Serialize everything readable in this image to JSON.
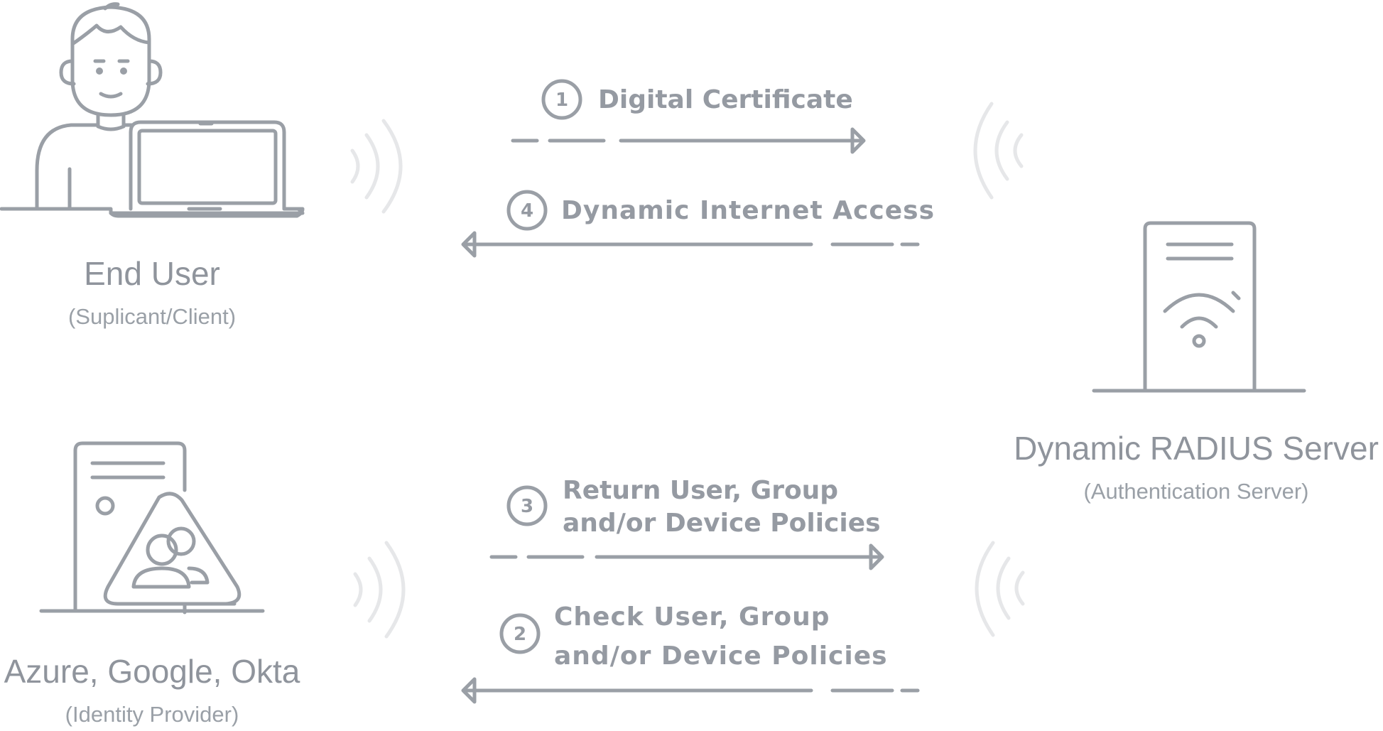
{
  "nodes": {
    "end_user": {
      "title": "End User",
      "subtitle": "(Suplicant/Client)"
    },
    "radius_server": {
      "title": "Dynamic RADIUS Server",
      "subtitle": "(Authentication Server)"
    },
    "identity_provider": {
      "title": "Azure, Google, Okta",
      "subtitle": "(Identity Provider)"
    }
  },
  "steps": [
    {
      "number": "1",
      "label": "Digital Certificate",
      "direction": "right"
    },
    {
      "number": "4",
      "label": "Dynamic Internet Access",
      "direction": "left"
    },
    {
      "number": "3",
      "line1": "Return User, Group",
      "line2": "and/or Device Policies",
      "direction": "right"
    },
    {
      "number": "2",
      "line1": "Check User, Group",
      "line2": "and/or Device Policies",
      "direction": "left"
    }
  ],
  "colors": {
    "stroke": "#9a9fa6",
    "text": "#8f949c",
    "signal": "#e6e7e9",
    "background": "#ffffff"
  },
  "icons": [
    "user-with-laptop-icon",
    "server-wifi-icon",
    "identity-server-icon",
    "users-group-icon",
    "signal-wave-icon",
    "arrow-right-icon",
    "arrow-left-icon"
  ]
}
